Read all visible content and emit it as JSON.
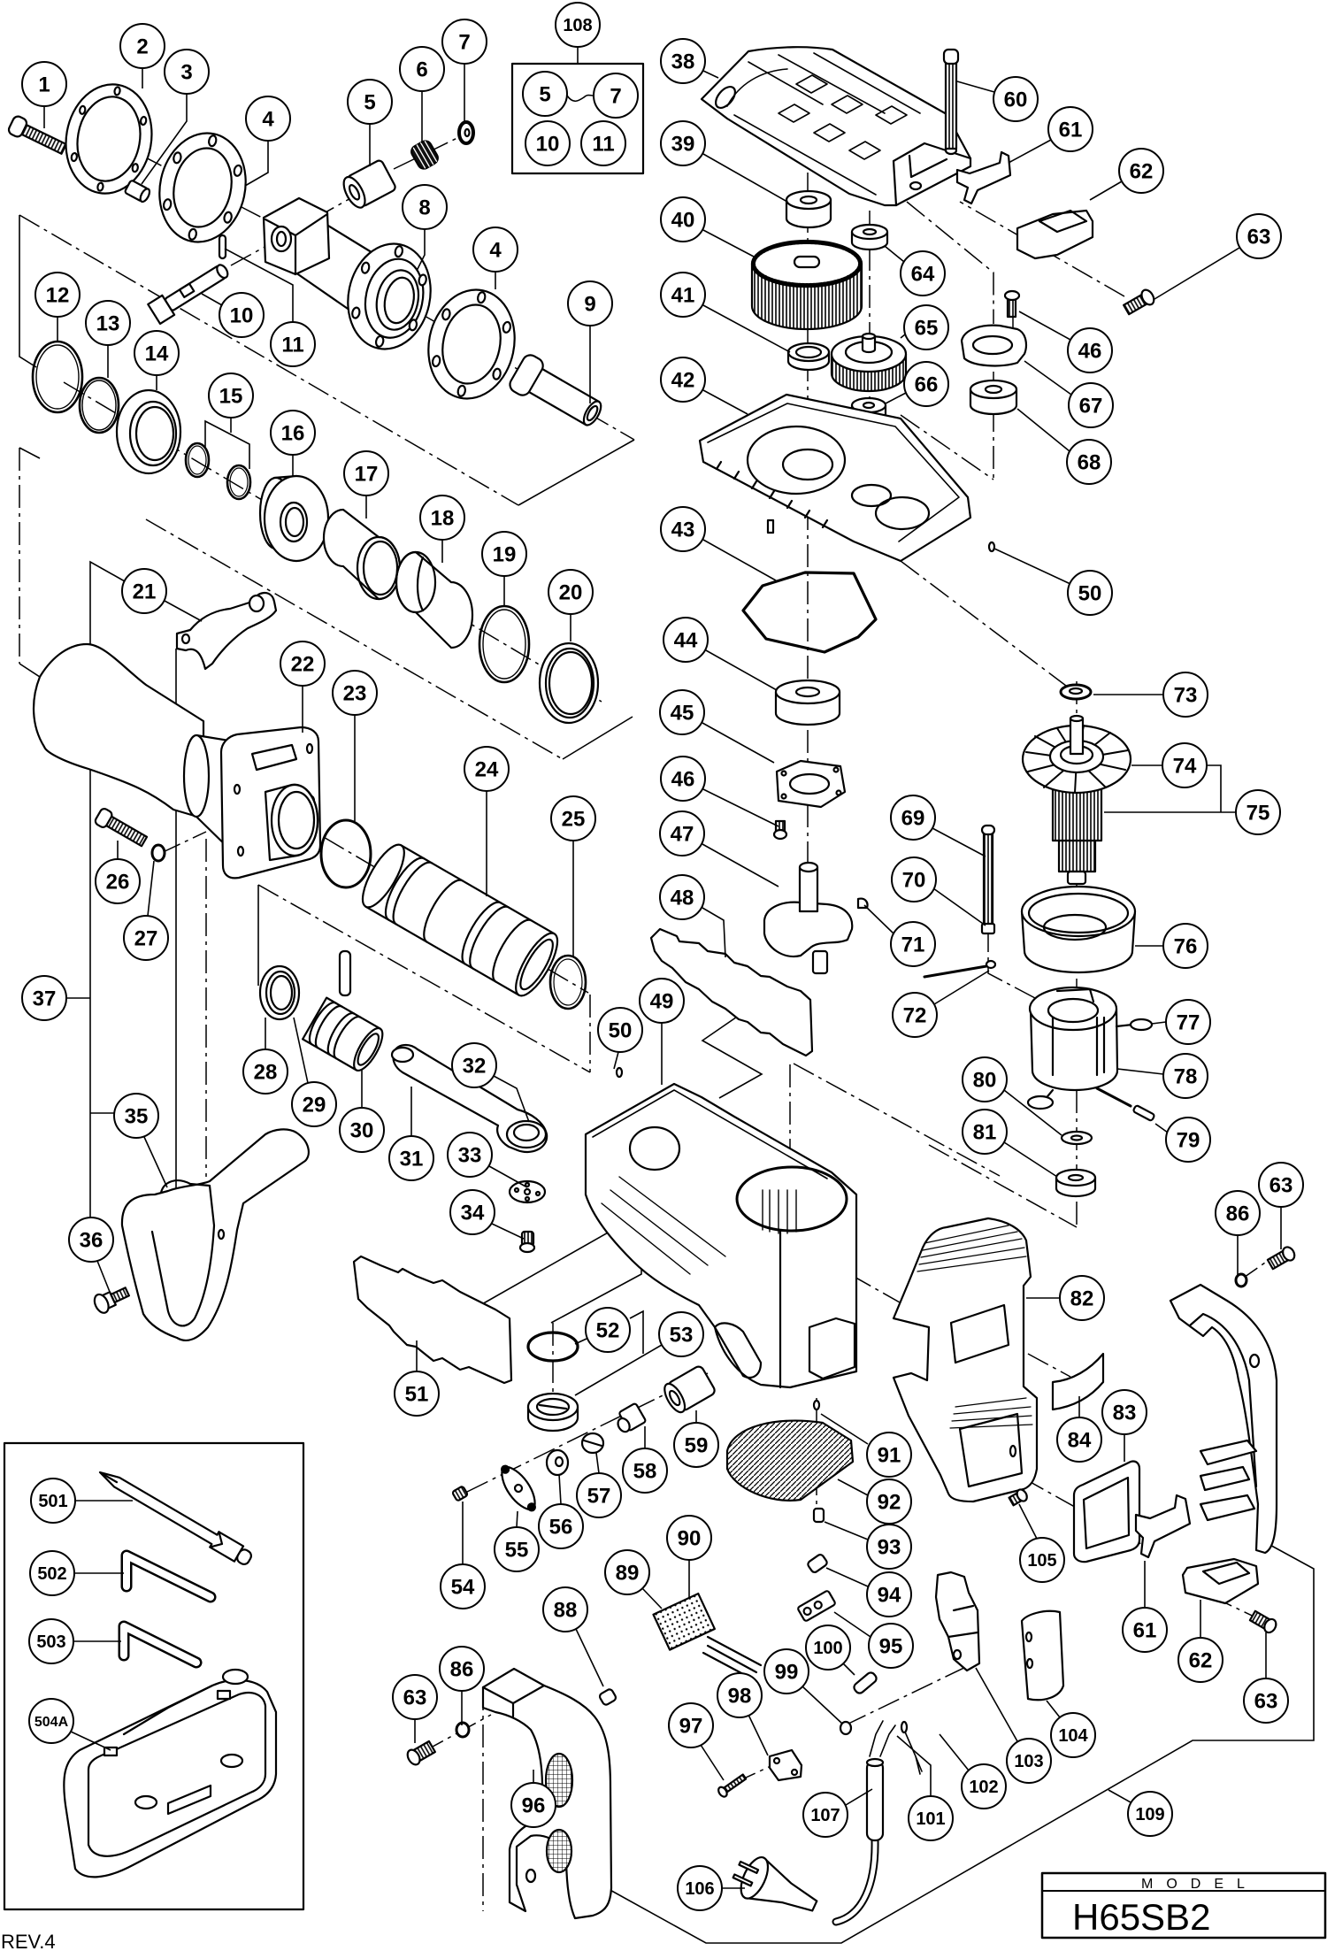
{
  "diagram": {
    "callouts": [
      "1",
      "2",
      "3",
      "4",
      "5",
      "6",
      "7",
      "108",
      "8",
      "4",
      "9",
      "10",
      "11",
      "12",
      "13",
      "14",
      "15",
      "16",
      "17",
      "18",
      "19",
      "20",
      "21",
      "22",
      "23",
      "24",
      "25",
      "26",
      "27",
      "28",
      "29",
      "30",
      "31",
      "32",
      "33",
      "34",
      "35",
      "36",
      "37",
      "38",
      "39",
      "40",
      "41",
      "42",
      "43",
      "44",
      "45",
      "46",
      "47",
      "48",
      "49",
      "50",
      "51",
      "52",
      "53",
      "54",
      "55",
      "56",
      "57",
      "58",
      "59",
      "60",
      "61",
      "62",
      "63",
      "64",
      "65",
      "66",
      "46",
      "67",
      "68",
      "50",
      "69",
      "70",
      "71",
      "72",
      "73",
      "74",
      "75",
      "76",
      "77",
      "78",
      "79",
      "80",
      "81",
      "82",
      "83",
      "84",
      "86",
      "63",
      "86",
      "63",
      "88",
      "89",
      "90",
      "91",
      "92",
      "93",
      "94",
      "95",
      "96",
      "97",
      "98",
      "99",
      "100",
      "101",
      "102",
      "103",
      "104",
      "105",
      "106",
      "107",
      "109",
      "61",
      "62",
      "63"
    ],
    "kit_108": {
      "label": "108",
      "contents": [
        "5",
        "7",
        "10",
        "11"
      ]
    },
    "accessories": [
      "501",
      "502",
      "503",
      "504A"
    ],
    "model_box": {
      "heading": "MODEL",
      "model": "H65SB2"
    },
    "revision": "REV.4"
  }
}
